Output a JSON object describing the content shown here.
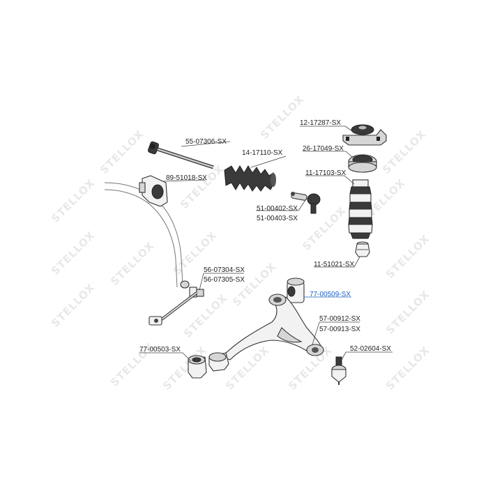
{
  "watermark": {
    "text": "STELLOX"
  },
  "labels": {
    "p12_17287": "12-17287-SX",
    "p26_17049": "26-17049-SX",
    "p11_17103": "11-17103-SX",
    "p55_07306": "55-07306-SX",
    "p14_17110": "14-17110-SX",
    "p89_51018": "89-51018-SX",
    "p51_00402": "51-00402-SX",
    "p51_00403": "51-00403-SX",
    "p11_51021": "11-51021-SX",
    "p56_07304": "56-07304-SX",
    "p56_07305": "56-07305-SX",
    "p77_00509": "77-00509-SX",
    "p57_00912": "57-00912-SX",
    "p57_00913": "57-00913-SX",
    "p77_00503": "77-00503-SX",
    "p52_02604": "52-02604-SX"
  },
  "colors": {
    "highlight": "#1f5fbf",
    "watermark": "#e8e8e8",
    "ink": "#222222"
  }
}
